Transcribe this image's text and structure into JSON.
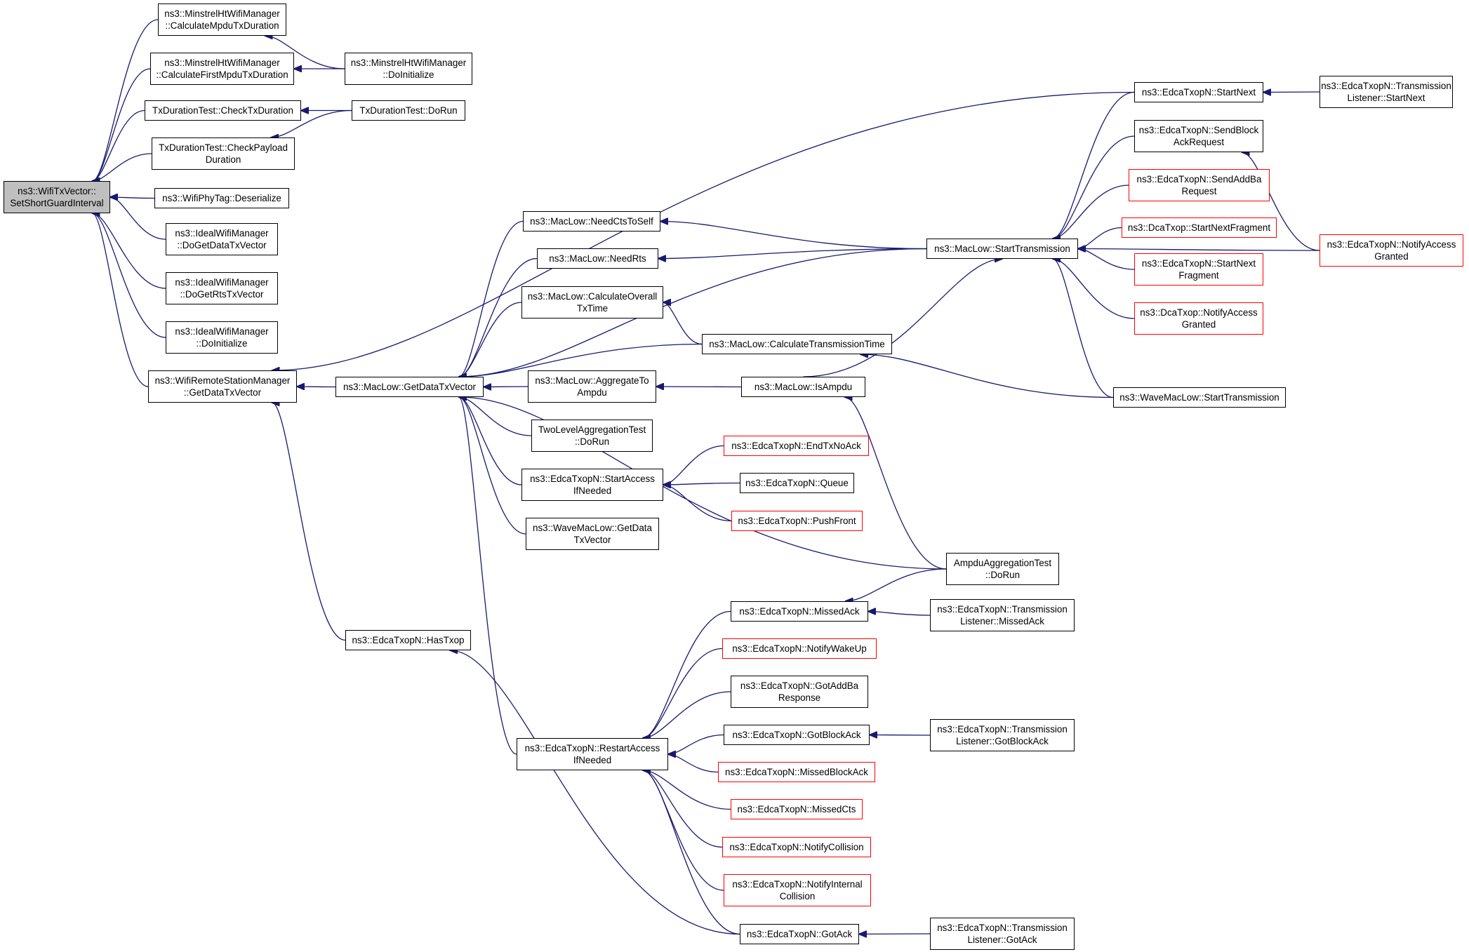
{
  "diagram": {
    "root": "ns3::WifiTxVector::SetShortGuardInterval",
    "edge_color": "#191970",
    "colors": {
      "border": "#000000",
      "red_border": "#ff0000",
      "root_fill": "#bfbfbf"
    },
    "nodes": [
      {
        "id": "root",
        "label": "ns3::WifiTxVector::\nSetShortGuardInterval",
        "style": "root"
      },
      {
        "id": "mhCalcMpdu",
        "label": "ns3::MinstrelHtWifiManager\n::CalculateMpduTxDuration",
        "style": "normal"
      },
      {
        "id": "mhCalcFirst",
        "label": "ns3::MinstrelHtWifiManager\n::CalculateFirstMpduTxDuration",
        "style": "normal"
      },
      {
        "id": "mhDoInit",
        "label": "ns3::MinstrelHtWifiManager\n::DoInitialize",
        "style": "normal"
      },
      {
        "id": "txCheck",
        "label": "TxDurationTest::CheckTxDuration",
        "style": "normal"
      },
      {
        "id": "txDoRun",
        "label": "TxDurationTest::DoRun",
        "style": "normal"
      },
      {
        "id": "txPayload",
        "label": "TxDurationTest::CheckPayload\nDuration",
        "style": "normal"
      },
      {
        "id": "phyTag",
        "label": "ns3::WifiPhyTag::Deserialize",
        "style": "normal"
      },
      {
        "id": "idealData",
        "label": "ns3::IdealWifiManager\n::DoGetDataTxVector",
        "style": "normal"
      },
      {
        "id": "idealRts",
        "label": "ns3::IdealWifiManager\n::DoGetRtsTxVector",
        "style": "normal"
      },
      {
        "id": "idealInit",
        "label": "ns3::IdealWifiManager\n::DoInitialize",
        "style": "normal"
      },
      {
        "id": "wrsm",
        "label": "ns3::WifiRemoteStationManager\n::GetDataTxVector",
        "style": "normal"
      },
      {
        "id": "macGet",
        "label": "ns3::MacLow::GetDataTxVector",
        "style": "normal"
      },
      {
        "id": "hasTxop",
        "label": "ns3::EdcaTxopN::HasTxop",
        "style": "normal"
      },
      {
        "id": "needCts",
        "label": "ns3::MacLow::NeedCtsToSelf",
        "style": "normal"
      },
      {
        "id": "needRts",
        "label": "ns3::MacLow::NeedRts",
        "style": "normal"
      },
      {
        "id": "calcOverall",
        "label": "ns3::MacLow::CalculateOverall\nTxTime",
        "style": "normal"
      },
      {
        "id": "calcTrans",
        "label": "ns3::MacLow::CalculateTransmissionTime",
        "style": "normal"
      },
      {
        "id": "aggToAmpdu",
        "label": "ns3::MacLow::AggregateTo\nAmpdu",
        "style": "normal"
      },
      {
        "id": "isAmpdu",
        "label": "ns3::MacLow::IsAmpdu",
        "style": "normal"
      },
      {
        "id": "twoLevel",
        "label": "TwoLevelAggregationTest\n::DoRun",
        "style": "normal"
      },
      {
        "id": "startAccess",
        "label": "ns3::EdcaTxopN::StartAccess\nIfNeeded",
        "style": "normal"
      },
      {
        "id": "endTxNoAck",
        "label": "ns3::EdcaTxopN::EndTxNoAck",
        "style": "red"
      },
      {
        "id": "queue",
        "label": "ns3::EdcaTxopN::Queue",
        "style": "normal"
      },
      {
        "id": "pushFront",
        "label": "ns3::EdcaTxopN::PushFront",
        "style": "red"
      },
      {
        "id": "waveGetData",
        "label": "ns3::WaveMacLow::GetData\nTxVector",
        "style": "normal"
      },
      {
        "id": "ampduTest",
        "label": "AmpduAggregationTest\n::DoRun",
        "style": "normal"
      },
      {
        "id": "startTrans",
        "label": "ns3::MacLow::StartTransmission",
        "style": "normal"
      },
      {
        "id": "startNext",
        "label": "ns3::EdcaTxopN::StartNext",
        "style": "normal"
      },
      {
        "id": "tlStartNext",
        "label": "ns3::EdcaTxopN::Transmission\nListener::StartNext",
        "style": "normal"
      },
      {
        "id": "sendBlockAck",
        "label": "ns3::EdcaTxopN::SendBlock\nAckRequest",
        "style": "normal"
      },
      {
        "id": "sendAddBa",
        "label": "ns3::EdcaTxopN::SendAddBa\nRequest",
        "style": "red"
      },
      {
        "id": "dcaStartNextFrag",
        "label": "ns3::DcaTxop::StartNextFragment",
        "style": "red"
      },
      {
        "id": "edcaStartNextFrag",
        "label": "ns3::EdcaTxopN::StartNext\nFragment",
        "style": "red"
      },
      {
        "id": "dcaNotify",
        "label": "ns3::DcaTxop::NotifyAccess\nGranted",
        "style": "red"
      },
      {
        "id": "edcaNotify",
        "label": "ns3::EdcaTxopN::NotifyAccess\nGranted",
        "style": "red"
      },
      {
        "id": "waveStartTrans",
        "label": "ns3::WaveMacLow::StartTransmission",
        "style": "normal"
      },
      {
        "id": "missedAck",
        "label": "ns3::EdcaTxopN::MissedAck",
        "style": "normal"
      },
      {
        "id": "tlMissedAck",
        "label": "ns3::EdcaTxopN::Transmission\nListener::MissedAck",
        "style": "normal"
      },
      {
        "id": "notifyWakeUp",
        "label": "ns3::EdcaTxopN::NotifyWakeUp",
        "style": "red"
      },
      {
        "id": "gotAddBa",
        "label": "ns3::EdcaTxopN::GotAddBa\nResponse",
        "style": "normal"
      },
      {
        "id": "gotBlockAck",
        "label": "ns3::EdcaTxopN::GotBlockAck",
        "style": "normal"
      },
      {
        "id": "tlGotBlockAck",
        "label": "ns3::EdcaTxopN::Transmission\nListener::GotBlockAck",
        "style": "normal"
      },
      {
        "id": "restartAccess",
        "label": "ns3::EdcaTxopN::RestartAccess\nIfNeeded",
        "style": "normal"
      },
      {
        "id": "missedBlockAck",
        "label": "ns3::EdcaTxopN::MissedBlockAck",
        "style": "red"
      },
      {
        "id": "missedCts",
        "label": "ns3::EdcaTxopN::MissedCts",
        "style": "red"
      },
      {
        "id": "notifyCollision",
        "label": "ns3::EdcaTxopN::NotifyCollision",
        "style": "red"
      },
      {
        "id": "notifyInternal",
        "label": "ns3::EdcaTxopN::NotifyInternal\nCollision",
        "style": "red"
      },
      {
        "id": "gotAck",
        "label": "ns3::EdcaTxopN::GotAck",
        "style": "normal"
      },
      {
        "id": "tlGotAck",
        "label": "ns3::EdcaTxopN::Transmission\nListener::GotAck",
        "style": "normal"
      }
    ],
    "edges": [
      [
        "mhCalcMpdu",
        "root"
      ],
      [
        "mhCalcFirst",
        "root"
      ],
      [
        "txCheck",
        "root"
      ],
      [
        "txPayload",
        "root"
      ],
      [
        "phyTag",
        "root"
      ],
      [
        "idealData",
        "root"
      ],
      [
        "idealRts",
        "root"
      ],
      [
        "idealInit",
        "root"
      ],
      [
        "wrsm",
        "root"
      ],
      [
        "mhDoInit",
        "mhCalcMpdu"
      ],
      [
        "mhDoInit",
        "mhCalcFirst"
      ],
      [
        "txDoRun",
        "txCheck"
      ],
      [
        "txDoRun",
        "txPayload"
      ],
      [
        "macGet",
        "wrsm"
      ],
      [
        "hasTxop",
        "wrsm"
      ],
      [
        "startNext",
        "wrsm"
      ],
      [
        "needCts",
        "macGet"
      ],
      [
        "needRts",
        "macGet"
      ],
      [
        "calcOverall",
        "macGet"
      ],
      [
        "calcTrans",
        "macGet"
      ],
      [
        "aggToAmpdu",
        "macGet"
      ],
      [
        "twoLevel",
        "macGet"
      ],
      [
        "startAccess",
        "macGet"
      ],
      [
        "waveGetData",
        "macGet"
      ],
      [
        "ampduTest",
        "macGet"
      ],
      [
        "restartAccess",
        "macGet"
      ],
      [
        "startTrans",
        "macGet"
      ],
      [
        "startTrans",
        "needCts"
      ],
      [
        "startTrans",
        "needRts"
      ],
      [
        "calcTrans",
        "calcOverall"
      ],
      [
        "isAmpdu",
        "aggToAmpdu"
      ],
      [
        "ampduTest",
        "isAmpdu"
      ],
      [
        "waveStartTrans",
        "calcTrans"
      ],
      [
        "isAmpdu",
        "startTrans"
      ],
      [
        "endTxNoAck",
        "startAccess"
      ],
      [
        "queue",
        "startAccess"
      ],
      [
        "pushFront",
        "startAccess"
      ],
      [
        "startNext",
        "startTrans"
      ],
      [
        "sendBlockAck",
        "startTrans"
      ],
      [
        "sendAddBa",
        "startTrans"
      ],
      [
        "dcaStartNextFrag",
        "startTrans"
      ],
      [
        "edcaStartNextFrag",
        "startTrans"
      ],
      [
        "dcaNotify",
        "startTrans"
      ],
      [
        "edcaNotify",
        "startTrans"
      ],
      [
        "waveStartTrans",
        "startTrans"
      ],
      [
        "tlStartNext",
        "startNext"
      ],
      [
        "edcaNotify",
        "sendBlockAck"
      ],
      [
        "ampduTest",
        "missedAck"
      ],
      [
        "tlMissedAck",
        "missedAck"
      ],
      [
        "missedAck",
        "restartAccess"
      ],
      [
        "notifyWakeUp",
        "restartAccess"
      ],
      [
        "gotAddBa",
        "restartAccess"
      ],
      [
        "gotBlockAck",
        "restartAccess"
      ],
      [
        "missedBlockAck",
        "restartAccess"
      ],
      [
        "missedCts",
        "restartAccess"
      ],
      [
        "notifyCollision",
        "restartAccess"
      ],
      [
        "notifyInternal",
        "restartAccess"
      ],
      [
        "gotAck",
        "restartAccess"
      ],
      [
        "tlGotBlockAck",
        "gotBlockAck"
      ],
      [
        "gotAck",
        "hasTxop"
      ],
      [
        "tlGotAck",
        "gotAck"
      ]
    ]
  }
}
